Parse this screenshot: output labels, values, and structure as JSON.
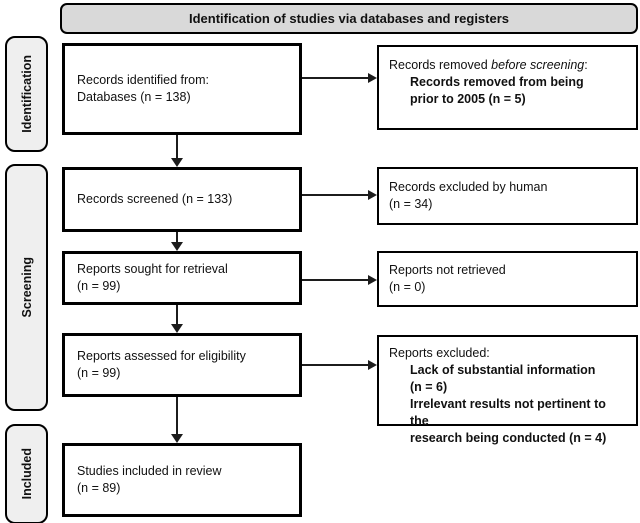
{
  "banner": {
    "title": "Identification of studies via databases and registers"
  },
  "stages": [
    {
      "label": "Identification"
    },
    {
      "label": "Screening"
    },
    {
      "label": "Included"
    }
  ],
  "flow_boxes": {
    "identified": {
      "line1": "Records identified from:",
      "line2": "Databases (n = 138)"
    },
    "screened": {
      "line1": "Records screened (n = 133)"
    },
    "sought": {
      "line1": "Reports sought for retrieval",
      "line2": "(n = 99)"
    },
    "assessed": {
      "line1": "Reports assessed for eligibility",
      "line2": "(n = 99)"
    },
    "included": {
      "line1": "Studies included in review",
      "line2": "(n = 89)"
    }
  },
  "exclusion_boxes": {
    "removed_before_screening": {
      "prefix": "Records removed ",
      "italic": "before screening",
      "suffix": ":",
      "detail_lines": [
        "Records removed from being",
        "prior to 2005 (n = 5)"
      ]
    },
    "excluded_by_human": {
      "line1": "Records excluded by human",
      "line2": "(n = 34)"
    },
    "not_retrieved": {
      "line1": "Reports not retrieved",
      "line2": "(n = 0)"
    },
    "reports_excluded": {
      "title": "Reports excluded:",
      "detail_lines": [
        "Lack of substantial information",
        "(n = 6)",
        "Irrelevant results not pertinent to the",
        "research being conducted (n = 4)"
      ]
    }
  },
  "colors": {
    "banner_fill": "#d9d9d9",
    "stage_fill": "#efefef",
    "line": "#000000",
    "page_bg": "#ffffff"
  }
}
